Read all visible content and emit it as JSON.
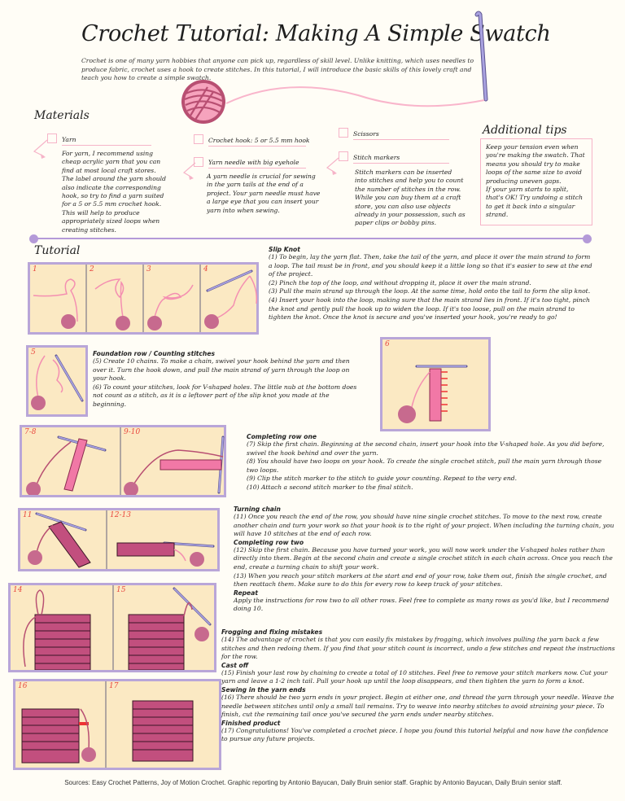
{
  "header": {
    "title": "Crochet Tutorial: Making A Simple Swatch",
    "intro": "Crochet is one of many yarn hobbies that anyone can pick up, regardless of skill level. Unlike knitting, which uses needles to produce fabric, crochet uses a hook to create stitches. In this tutorial, I will introduce the basic skills of this lovely craft and teach you how to create a simple swatch."
  },
  "materials": {
    "heading": "Materials",
    "items": [
      {
        "label": "Yarn",
        "desc": "For yarn, I recommend using cheap acrylic yarn that you can find at most local craft stores. The label around the yarn should also indicate the corresponding hook, so try to find a yarn suited for a 5 or 5.5 mm crochet hook. This will help to produce appropriately sized loops when creating stitches."
      },
      {
        "label": "Crochet hook: 5 or 5.5 mm hook",
        "desc": ""
      },
      {
        "label": "Yarn needle with big eyehole",
        "desc": "A yarn needle is crucial for sewing in the yarn tails at the end of a project. Your yarn needle must have a large eye that you can insert your yarn into when sewing."
      },
      {
        "label": "Scissors",
        "desc": ""
      },
      {
        "label": "Stitch markers",
        "desc": "Stitch markers can be inserted into stitches and help you to count the number of stitches in the row. While you can buy them at a craft store, you can also use objects already in your possession, such as paper clips or bobby pins."
      }
    ]
  },
  "tips": {
    "heading": "Additional tips",
    "text1": "Keep your tension even when you're making the swatch. That means you should try to make loops of the same size to avoid producing uneven gaps.",
    "text2": "If your yarn starts to split, that's OK! Try undoing a stitch to get it back into a singular strand."
  },
  "tutorial": {
    "heading": "Tutorial",
    "panels": [
      "1",
      "2",
      "3",
      "4",
      "5",
      "6",
      "7-8",
      "9-10",
      "11",
      "12-13",
      "14",
      "15",
      "16",
      "17"
    ],
    "sections": [
      {
        "heading": "Slip Knot",
        "lines": [
          "(1) To begin, lay the yarn flat. Then, take the tail of the yarn, and place it over the main strand to form a loop. The tail must be in front, and you should keep it a little long so that it's easier to sew at the end of the project.",
          "(2) Pinch the top of the loop, and without dropping it, place it over the main strand.",
          "(3) Pull the main strand up through the loop. At the same time, hold onto the tail to form the slip knot.",
          "(4) Insert your hook into the loop, making sure that the main strand lies in front. If it's too tight, pinch the knot and gently pull the hook up to widen the loop. If it's too loose, pull on the main strand to tighten the knot. Once the knot is secure and you've inserted your hook, you're ready to go!"
        ]
      },
      {
        "heading": "Foundation row / Counting stitches",
        "lines": [
          "(5) Create 10 chains. To make a chain, swivel your hook behind the yarn and then over it. Turn the hook down, and pull the main strand of yarn through the loop on your hook.",
          "(6) To count your stitches, look for V-shaped holes. The little nub at the bottom does not count as a stitch, as it is a leftover part of the slip knot you made at the beginning."
        ]
      },
      {
        "heading": "Completing row one",
        "lines": [
          "(7) Skip the first chain. Beginning at the second chain, insert your hook into the V-shaped hole. As you did before, swivel the hook behind and over the yarn.",
          "(8) You should have two loops on your hook. To create the single crochet stitch, pull the main yarn through those two loops.",
          "(9) Clip the stitch marker to the stitch to guide your counting. Repeat to the very end.",
          "(10) Attach a second stitch marker to the final stitch."
        ]
      },
      {
        "heading": "Turning chain",
        "lines": [
          "(11) Once you reach the end of the row, you should have nine single crochet stitches. To move to the next row, create another chain and turn your work so that your hook is to the right of your project. When including the turning chain, you will have 10 stitches at the end of each row."
        ]
      },
      {
        "heading": "Completing row two",
        "lines": [
          "(12) Skip the first chain. Because you have turned your work, you will now work under the V-shaped holes rather than directly into them. Begin at the second chain and create a single crochet stitch in each chain across. Once you reach the end, create a turning chain to shift your work.",
          "(13) When you reach your stitch markers at the start and end of your row, take them out, finish the single crochet, and then reattach them. Make sure to do this for every row to keep track of your stitches."
        ]
      },
      {
        "heading": "Repeat",
        "lines": [
          "Apply the instructions for row two to all other rows. Feel free to complete as many rows as you'd like, but I recommend doing 10."
        ]
      },
      {
        "heading": "Frogging and fixing mistakes",
        "lines": [
          "(14) The advantage of crochet is that you can easily fix mistakes by frogging, which involves pulling the yarn back a few stitches and then redoing them. If you find that your stitch count is incorrect, undo a few stitches and repeat the instructions for the row."
        ]
      },
      {
        "heading": "Cast off",
        "lines": [
          "(15) Finish your last row by chaining to create a total of 10 stitches. Feel free to remove your stitch markers now. Cut your yarn and leave a 1-2 inch tail. Pull your hook up until the loop disappears, and then tighten the yarn to form a knot."
        ]
      },
      {
        "heading": "Sewing in the yarn ends",
        "lines": [
          "(16) There should be two yarn ends in your project. Begin at either one, and thread the yarn through your needle. Weave the needle between stitches until only a small tail remains. Try to weave into nearby stitches to avoid straining your piece. To finish, cut the remaining tail once you've secured the yarn ends under nearby stitches."
        ]
      },
      {
        "heading": "Finished product",
        "lines": [
          "(17) Congratulations! You've completed a crochet piece. I hope you found this tutorial helpful and now have the confidence to pursue any future projects."
        ]
      }
    ]
  },
  "footer": {
    "sources": "Sources: Easy Crochet Patterns, Joy of Motion Crochet. Graphic reporting by Antonio Bayucan, Daily Bruin senior staff. Graphic by Antonio Bayucan, Daily Bruin senior staff."
  },
  "colors": {
    "background": "#fffdf6",
    "accent_purple": "#b49ad8",
    "accent_pink": "#f6b4c8",
    "yarn_pink": "#c0587a",
    "panel_bg": "#fbe9c3",
    "panel_number": "#e8473f"
  }
}
